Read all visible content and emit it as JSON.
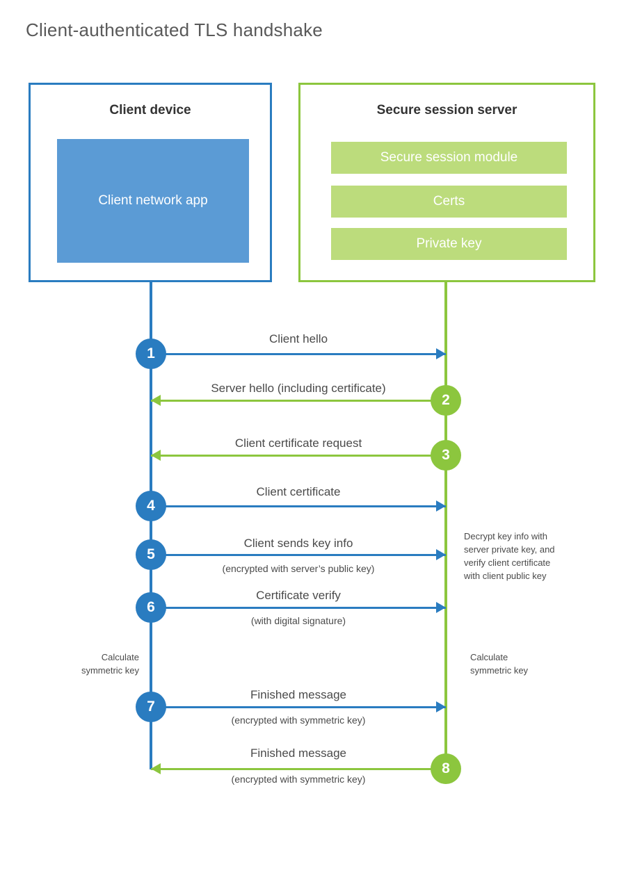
{
  "title": "Client-authenticated TLS handshake",
  "colors": {
    "blue_stroke": "#2a7cc0",
    "blue_fill": "#5b9bd5",
    "green_stroke": "#8cc63e",
    "green_fill": "#bcdc7c",
    "text": "#4a4a4a",
    "title_text": "#595959",
    "background": "#ffffff"
  },
  "client": {
    "title": "Client device",
    "app_label": "Client network app"
  },
  "server": {
    "title": "Secure session server",
    "components": [
      "Secure session module",
      "Certs",
      "Private key"
    ]
  },
  "steps": [
    {
      "number": "1",
      "label": "Client hello",
      "sublabel": "",
      "direction": "client-to-server"
    },
    {
      "number": "2",
      "label": "Server hello (including certificate)",
      "sublabel": "",
      "direction": "server-to-client"
    },
    {
      "number": "3",
      "label": "Client certificate request",
      "sublabel": "",
      "direction": "server-to-client"
    },
    {
      "number": "4",
      "label": "Client certificate",
      "sublabel": "",
      "direction": "client-to-server"
    },
    {
      "number": "5",
      "label": "Client sends key info",
      "sublabel": "(encrypted with server’s public key)",
      "direction": "client-to-server"
    },
    {
      "number": "6",
      "label": "Certificate verify",
      "sublabel": "(with digital signature)",
      "direction": "client-to-server"
    },
    {
      "number": "7",
      "label": "Finished message",
      "sublabel": "(encrypted with symmetric key)",
      "direction": "client-to-server"
    },
    {
      "number": "8",
      "label": "Finished message",
      "sublabel": "(encrypted with symmetric key)",
      "direction": "server-to-client"
    }
  ],
  "notes": {
    "decrypt": [
      "Decrypt key info with",
      "server private key, and",
      "verify client certificate",
      "with client public key"
    ],
    "calculate_client": [
      "Calculate",
      "symmetric key"
    ],
    "calculate_server": [
      "Calculate",
      "symmetric key"
    ]
  }
}
